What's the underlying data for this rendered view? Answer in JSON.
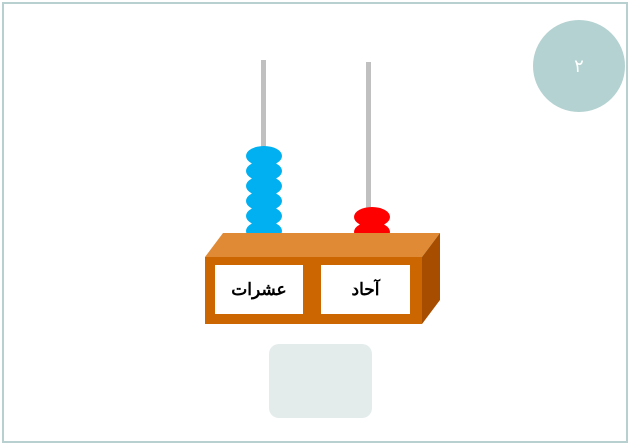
{
  "page_number": "٢",
  "abacus": {
    "tens_label": "عشرات",
    "ones_label": "آحاد",
    "tens_beads": 6,
    "ones_beads": 2,
    "tens_color": "#00b0f0",
    "ones_color": "#ff0000",
    "box_front_color": "#cc6600",
    "box_top_color": "#e08a36",
    "box_side_color": "#a64d00"
  },
  "answer": ""
}
